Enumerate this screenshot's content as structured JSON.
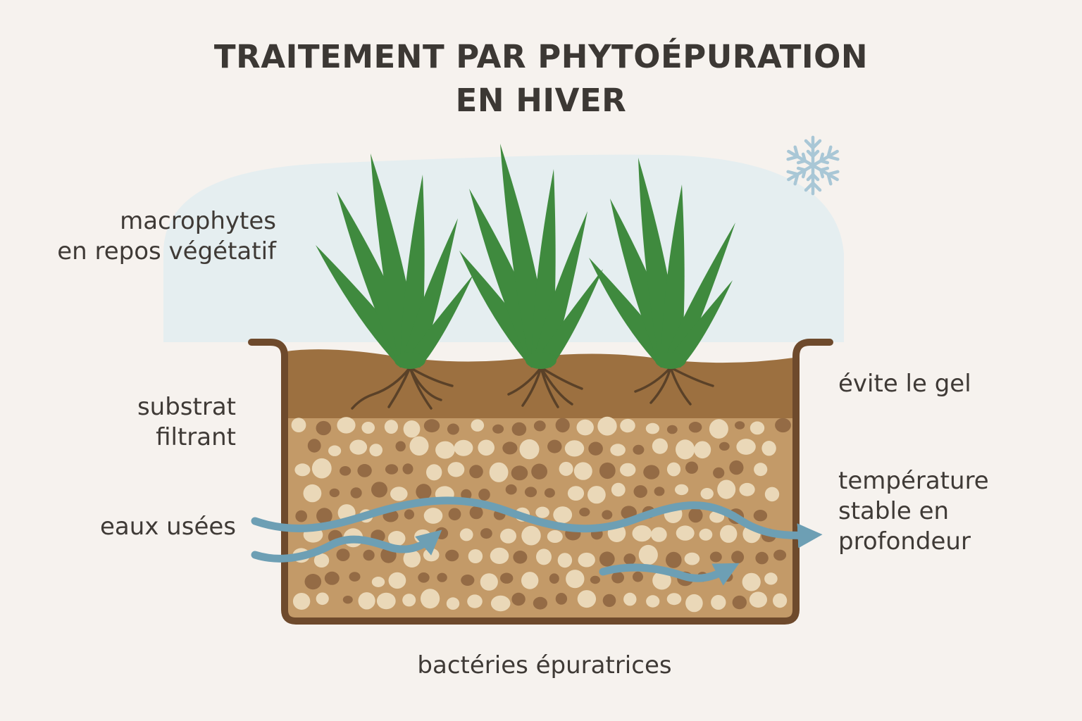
{
  "title": {
    "line1": "TRAITEMENT PAR PHYTOÉPURATION",
    "line2": "EN HIVER"
  },
  "labels": {
    "macrophytes_l1": "macrophytes",
    "macrophytes_l2": "en repos végétatif",
    "substrat_l1": "substrat",
    "substrat_l2": "filtrant",
    "eaux": "eaux usées",
    "gel": "évite le gel",
    "temp_l1": "température",
    "temp_l2": "stable en",
    "temp_l3": "profondeur",
    "bacteries": "bactéries épuratrices"
  },
  "icons": [
    "snowflake-icon",
    "reed-plant",
    "water-flow-arrow"
  ],
  "colors": {
    "background": "#f6f2ee",
    "frost": "#e5eef0",
    "plant": "#3f8a3e",
    "topsoil": "#9c7040",
    "gravel": "#c39a68",
    "water": "#6d9fb4",
    "container": "#6e4a2c",
    "snowflake": "#a9c7d6"
  }
}
